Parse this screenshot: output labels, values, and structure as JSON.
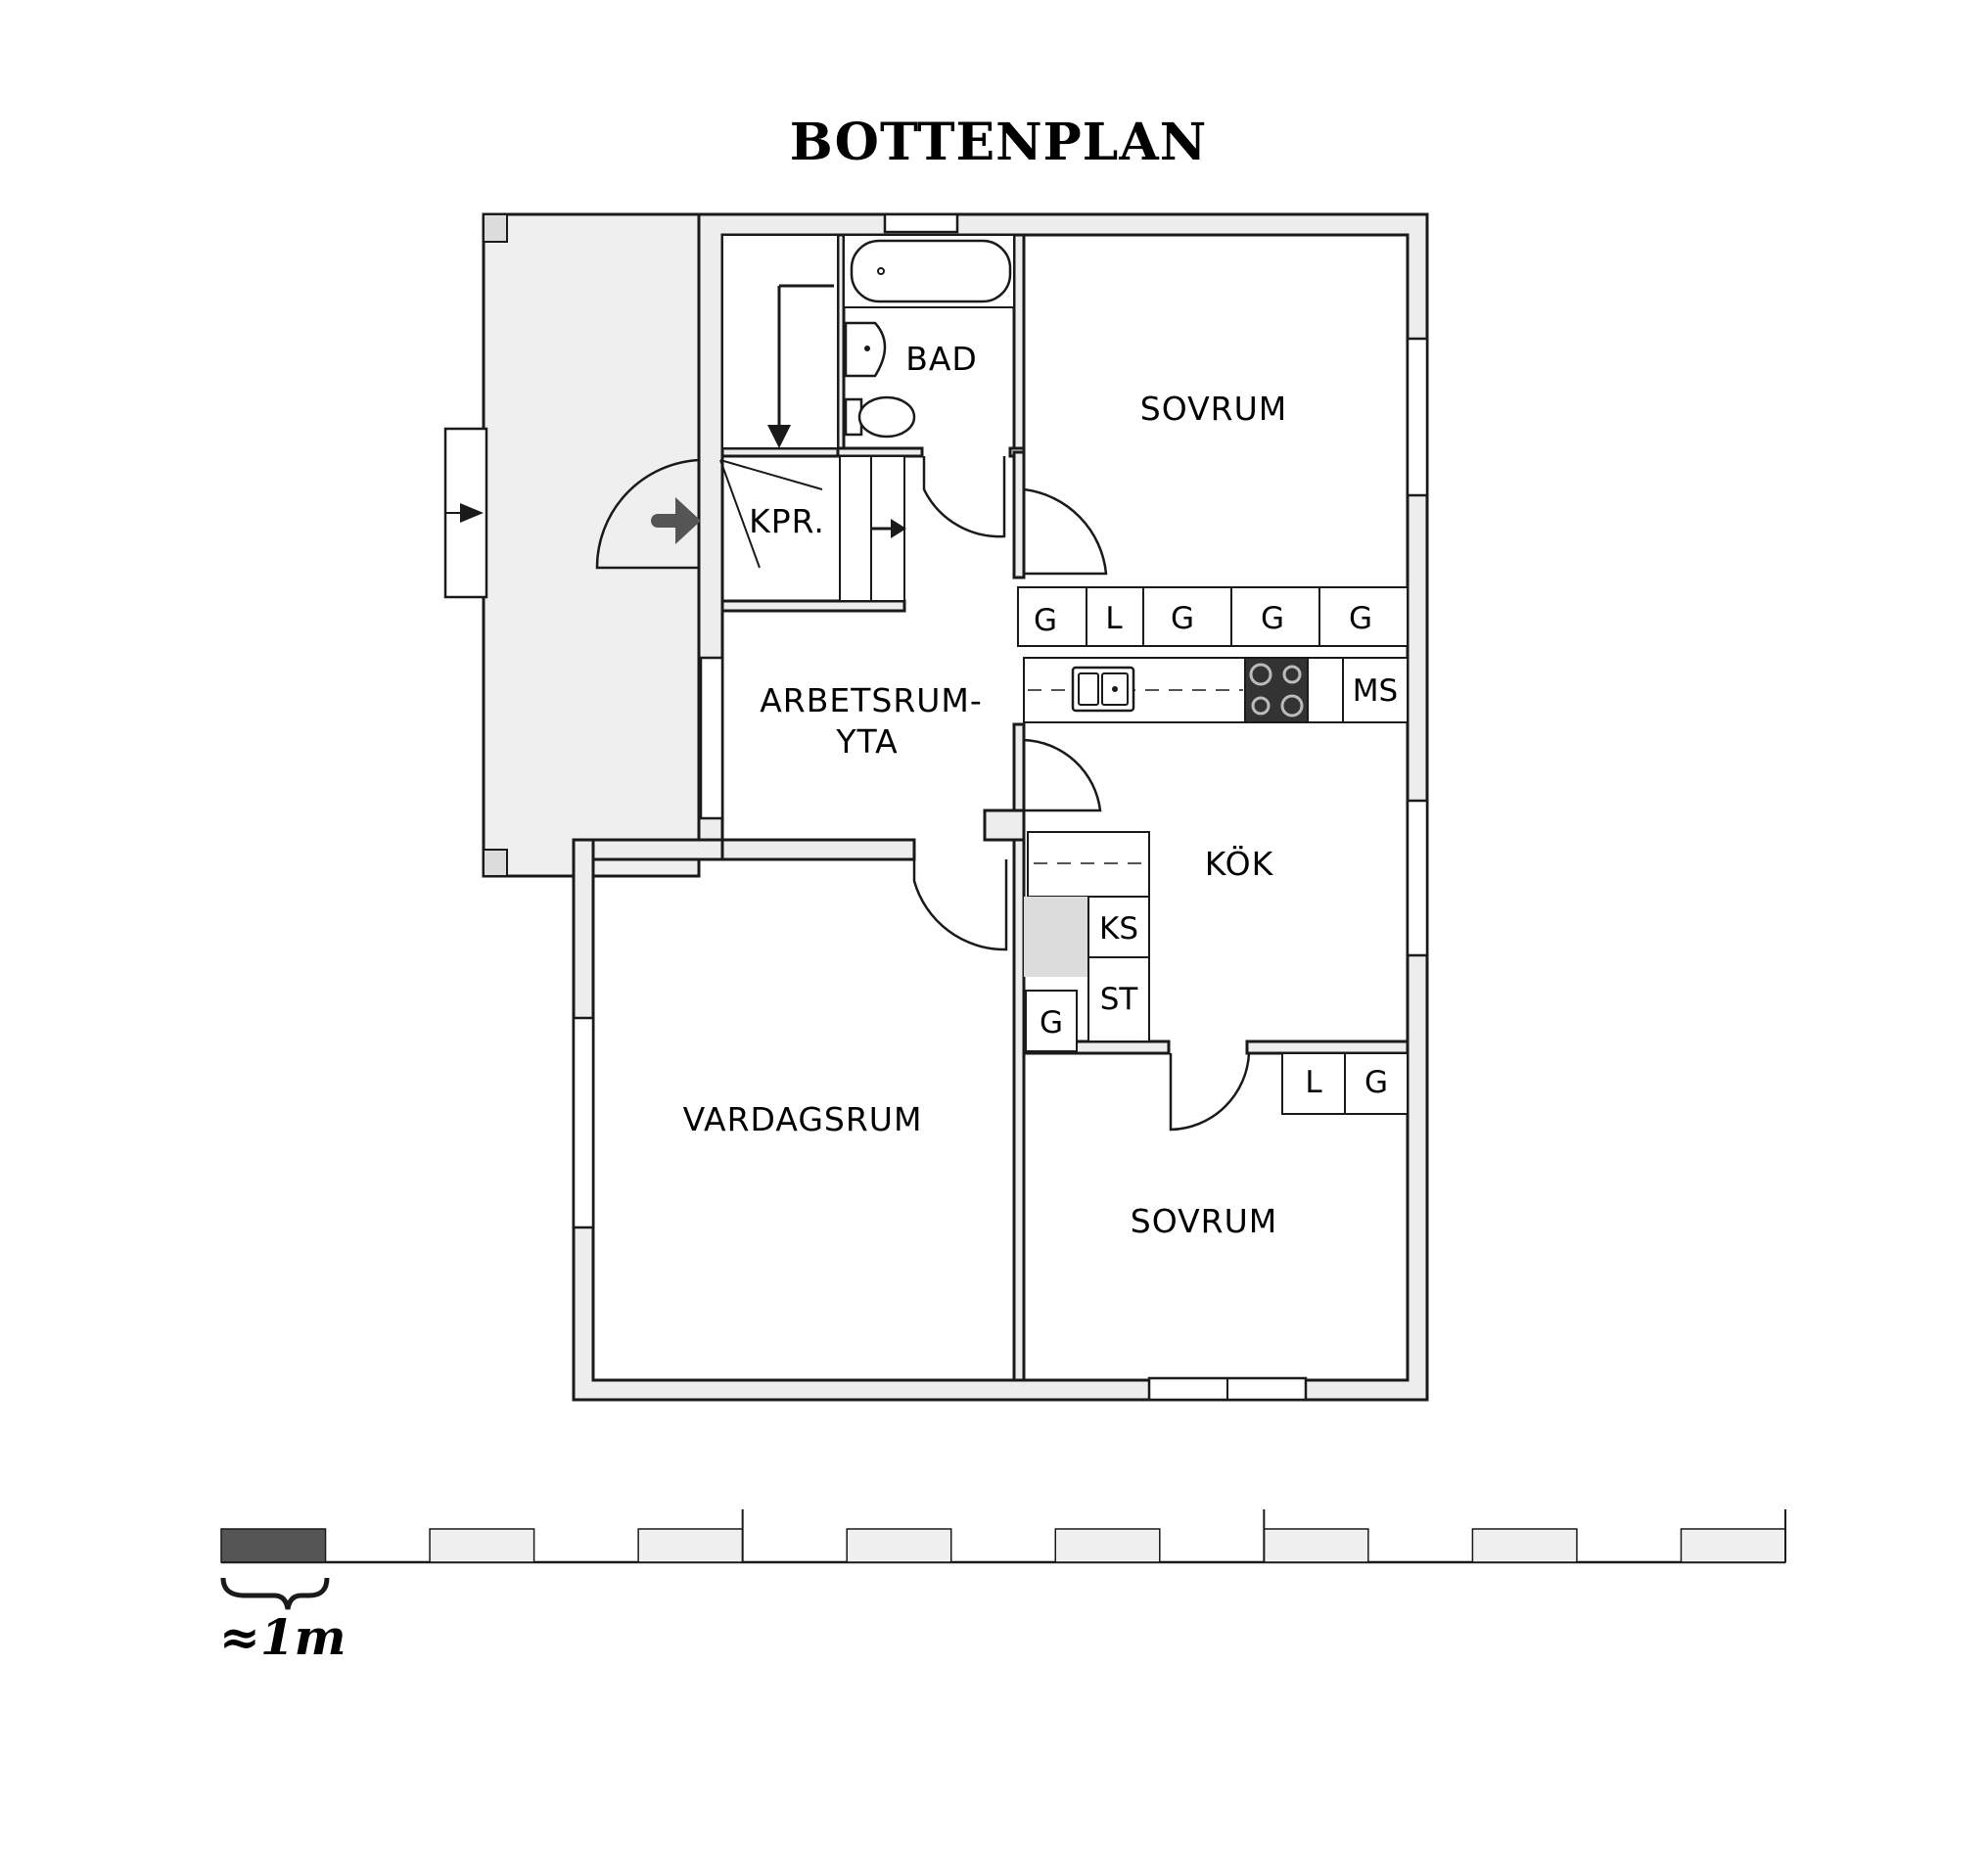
{
  "title": "BOTTENPLAN",
  "rooms": {
    "bad": "BAD",
    "sovrum_top": "SOVRUM",
    "kpr": "KPR.",
    "arbetsrum_line1": "ARBETSRUM-",
    "arbetsrum_line2": "YTA",
    "kok": "KÖK",
    "vardagsrum": "VARDAGSRUM",
    "sovrum_bottom": "SOVRUM"
  },
  "fixtures": {
    "top_row": [
      "G",
      "L",
      "G",
      "G",
      "G"
    ],
    "ms": "MS",
    "ks": "KS",
    "st": "ST",
    "g_left": "G",
    "bottom_row": [
      "L",
      "G"
    ]
  },
  "scale": {
    "label": "≈1m",
    "segments": 15,
    "fill_color": "#555555"
  },
  "colors": {
    "wall_fill": "#ededed",
    "line": "#1a1a1a",
    "stove": "#333333"
  }
}
